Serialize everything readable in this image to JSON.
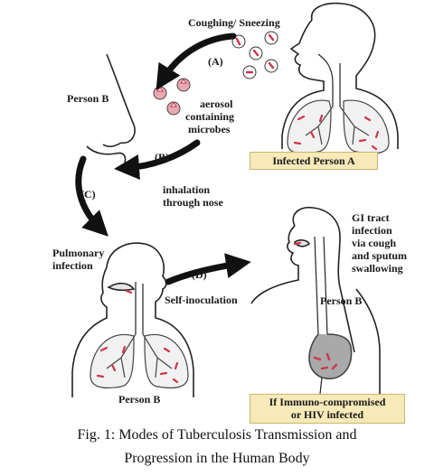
{
  "labels": {
    "coughing": "Coughing/ Sneezing",
    "a": "(A)",
    "person_b_top": "Person B",
    "aerosol_1": "aerosol",
    "aerosol_2": "containing",
    "aerosol_3": "microbes",
    "b": "(B)",
    "inhalation_1": "inhalation",
    "inhalation_2": "through nose",
    "c": "(C)",
    "pulmonary_1": "Pulmonary",
    "pulmonary_2": "infection",
    "d": "(D)",
    "self_inoculation": "Self-inoculation",
    "gi_1": "GI tract",
    "gi_2": "infection",
    "gi_3": "via cough",
    "gi_4": "and sputum",
    "gi_5": "swallowing",
    "person_b_right": "Person B",
    "person_b_bottom": "Person B"
  },
  "boxes": {
    "infected": "Infected Person A",
    "immuno_1": "If Immuno-compromised",
    "immuno_2": "or HIV infected"
  },
  "caption": {
    "line1": "Fig. 1: Modes of Tuberculosis Transmission and",
    "line2": "Progression in the Human Body"
  },
  "colors": {
    "microbe": "#d0344a",
    "box_fill": "#f7e9b8",
    "lung_fill": "#f1f1f1",
    "stomach_fill": "#a9a9a9"
  }
}
